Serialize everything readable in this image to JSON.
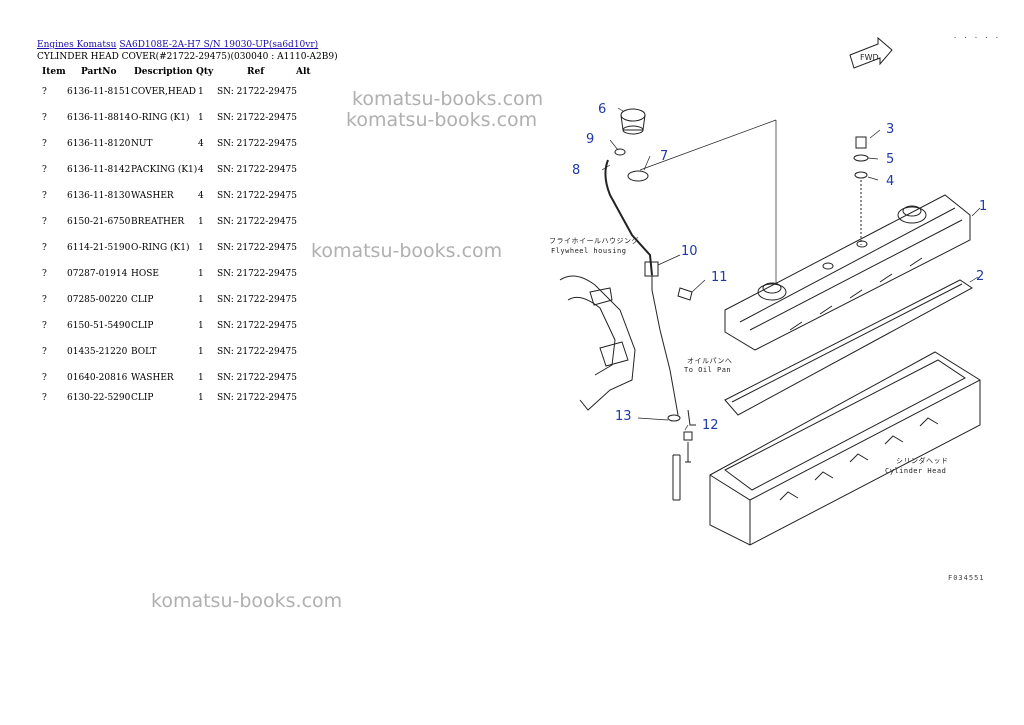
{
  "breadcrumb": {
    "link1": "Engines Komatsu",
    "link2": "SA6D108E-2A-H7 S/N 19030-UP(sa6d10vr)"
  },
  "page_title": "CYLINDER HEAD COVER(#21722-29475)(030040 : A1110-A2B9)",
  "columns": [
    "Item",
    "PartNo",
    "Description",
    "Qty",
    "Ref",
    "Alt"
  ],
  "rows": [
    {
      "item": "?",
      "partno": "6136-11-8151",
      "desc": "COVER,HEAD",
      "qty": "1",
      "ref": "SN: 21722-29475"
    },
    {
      "item": "?",
      "partno": "6136-11-8814",
      "desc": "O-RING (K1)",
      "qty": "1",
      "ref": "SN: 21722-29475"
    },
    {
      "item": "?",
      "partno": "6136-11-8120",
      "desc": "NUT",
      "qty": "4",
      "ref": "SN: 21722-29475"
    },
    {
      "item": "?",
      "partno": "6136-11-8142",
      "desc": "PACKING (K1)",
      "qty": "4",
      "ref": "SN: 21722-29475"
    },
    {
      "item": "?",
      "partno": "6136-11-8130",
      "desc": "WASHER",
      "qty": "4",
      "ref": "SN: 21722-29475"
    },
    {
      "item": "?",
      "partno": "6150-21-6750",
      "desc": "BREATHER",
      "qty": "1",
      "ref": "SN: 21722-29475"
    },
    {
      "item": "?",
      "partno": "6114-21-5190",
      "desc": "O-RING (K1)",
      "qty": "1",
      "ref": "SN: 21722-29475"
    },
    {
      "item": "?",
      "partno": "07287-01914",
      "desc": "HOSE",
      "qty": "1",
      "ref": "SN: 21722-29475"
    },
    {
      "item": "?",
      "partno": "07285-00220",
      "desc": "CLIP",
      "qty": "1",
      "ref": "SN: 21722-29475"
    },
    {
      "item": "?",
      "partno": "6150-51-5490",
      "desc": "CLIP",
      "qty": "1",
      "ref": "SN: 21722-29475"
    },
    {
      "item": "?",
      "partno": "01435-21220",
      "desc": "BOLT",
      "qty": "1",
      "ref": "SN: 21722-29475"
    },
    {
      "item": "?",
      "partno": "01640-20816",
      "desc": "WASHER",
      "qty": "1",
      "ref": "SN: 21722-29475"
    },
    {
      "item": "?",
      "partno": "6130-22-5290",
      "desc": "CLIP",
      "qty": "1",
      "ref": "SN: 21722-29475"
    }
  ],
  "watermark": "komatsu-books.com",
  "diagram": {
    "callouts": [
      "1",
      "2",
      "3",
      "4",
      "5",
      "6",
      "7",
      "8",
      "9",
      "10",
      "11",
      "12",
      "13"
    ],
    "flywheel_jp": "フライホイールハウジング",
    "flywheel_en": "Flywheel housing",
    "oilpan_jp": "オイルパンへ",
    "oilpan_en": "To Oil Pan",
    "cylhead_jp": "シリンダヘッド",
    "cylhead_en": "Cylinder Head",
    "fwd_label": "FWD",
    "page_code": "F034551",
    "corner_dots": "· · · · ·"
  },
  "colors": {
    "link": "#1a0dab",
    "watermark": "#b0b0b0",
    "callout": "#1f3aa8"
  }
}
